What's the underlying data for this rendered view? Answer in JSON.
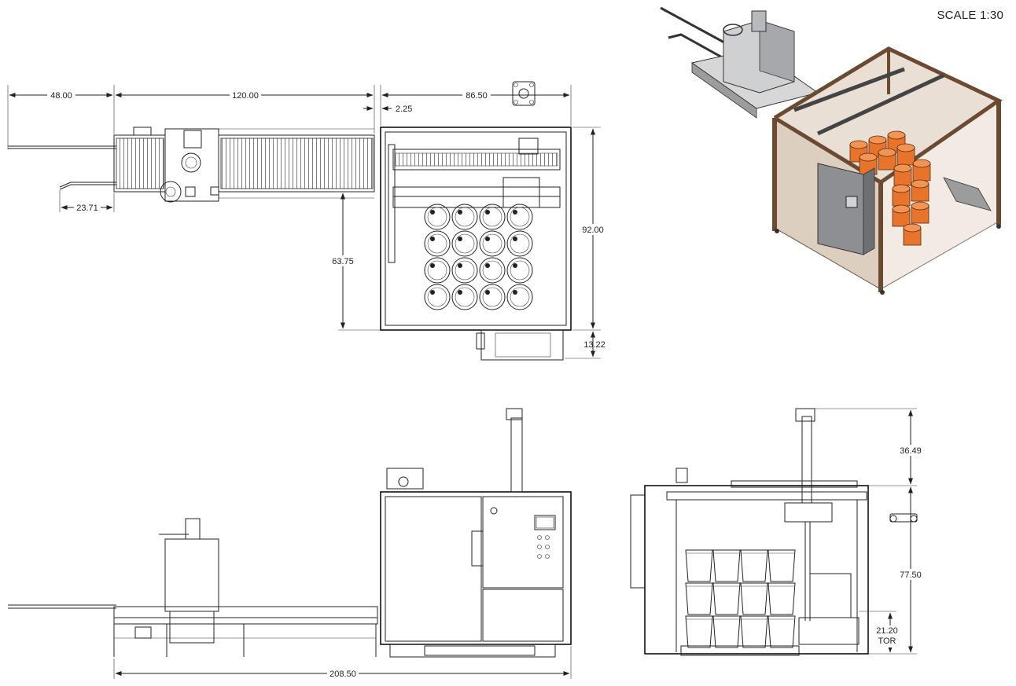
{
  "sheet": {
    "scale_label": "SCALE 1:30"
  },
  "dimensions": {
    "top_infeed_length": "48.00",
    "top_conveyor_length": "120.00",
    "top_gap": "2.25",
    "top_cell_width": "86.50",
    "top_cell_depth": "92.00",
    "top_pallet_offset": "63.75",
    "top_panel_depth": "13.22",
    "top_stop_offset": "23.71",
    "front_overall_length": "208.50",
    "side_mast_height": "36.49",
    "side_frame_height": "77.50",
    "side_top_of_roller": "21.20",
    "side_tor_note": "TOR"
  },
  "colors": {
    "line": "#222222",
    "pail_orange": "#e8742c",
    "frame_brown": "#6b4a32",
    "panel_grey": "#8d8f93",
    "glass": "#d8c7b4"
  }
}
